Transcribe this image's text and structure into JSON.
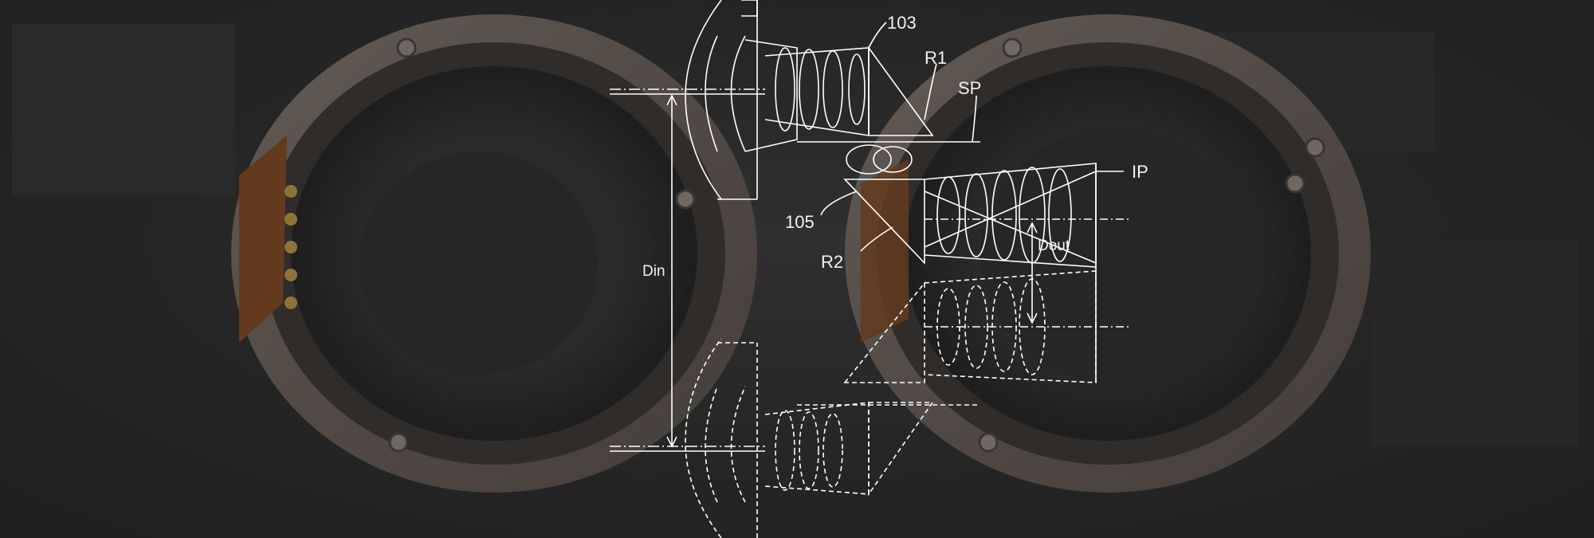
{
  "diagram": {
    "labels": {
      "ref_103": "103",
      "ref_105": "105",
      "r1": "R1",
      "r2": "R2",
      "sp": "SP",
      "ip": "IP",
      "din": "Din",
      "dout": "Dout"
    },
    "colors": {
      "background": "#2a2a2a",
      "line": "#ffffff",
      "mount_metal": "#7a6e66",
      "flex_cable": "#8a4a20",
      "gold_contact": "#c9a24a"
    }
  }
}
